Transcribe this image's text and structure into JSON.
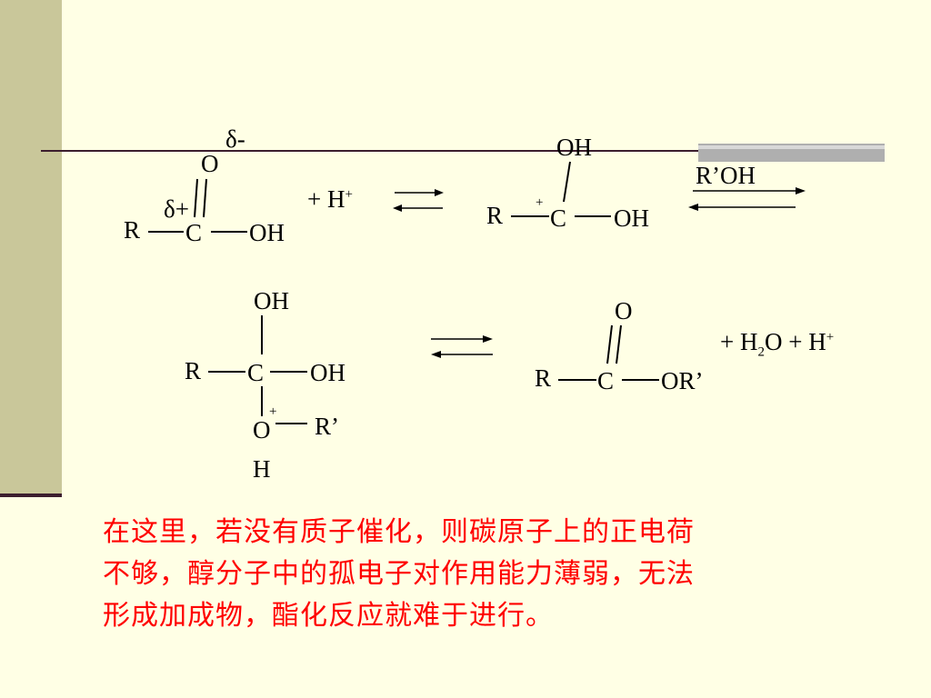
{
  "step1": {
    "atom_O": "O",
    "delta_minus": "δ-",
    "delta_plus": "δ+",
    "R": "R",
    "C": "C",
    "OH": "OH",
    "plus_H_prefix": "+ H",
    "plus_H_sup": "+"
  },
  "step2": {
    "OH_top": "OH",
    "R": "R",
    "charge": "+",
    "C": "C",
    "OH_right": "OH",
    "reagent": "R’OH"
  },
  "step3": {
    "OH_top": "OH",
    "R": "R",
    "C": "C",
    "OH_right": "OH",
    "charge": "+",
    "O": "O",
    "R_prime": "R’",
    "H": "H"
  },
  "step4": {
    "O": "O",
    "R": "R",
    "C": "C",
    "OR_prime": "OR’",
    "products_pre": "+ H",
    "products_sub": "2",
    "products_mid": "O + H",
    "products_sup": "+"
  },
  "note": {
    "lines": [
      "在这里，若没有质子催化，则碳原子上的正电荷",
      "不够，醇分子中的孤电子对作用能力薄弱，无法",
      "形成加成物，酯化反应就难于进行。"
    ]
  },
  "colors": {
    "background": "#FFFFE5",
    "side_bar": "#C9C79A",
    "rule": "#3C1E2E",
    "gray_bar": "#AFAFAF",
    "note_text": "#FF0000"
  }
}
